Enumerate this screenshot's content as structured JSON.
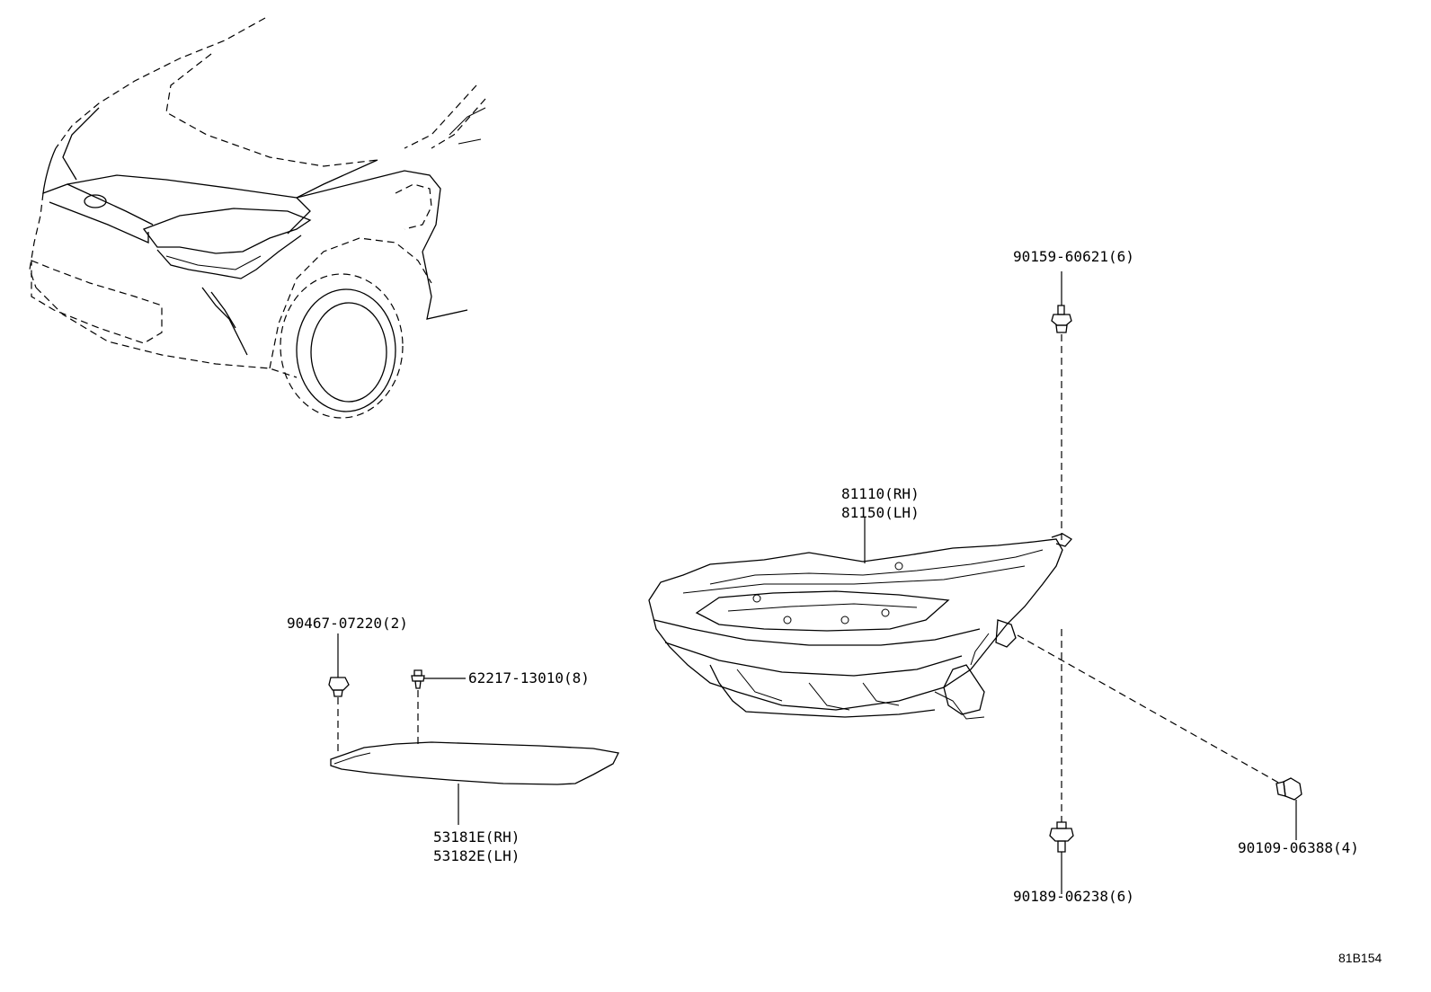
{
  "diagram": {
    "callouts": {
      "bolt_top": "90159-60621(6)",
      "headlamp_rh": "81110(RH)",
      "headlamp_lh": "81150(LH)",
      "nut_left": "90467-07220(2)",
      "clip": "62217-13010(8)",
      "cover_rh": "53181E(RH)",
      "cover_lh": "53182E(LH)",
      "bolt_bottom": "90189-06238(6)",
      "screw_right": "90109-06388(4)"
    },
    "diagram_code": "81B154"
  }
}
